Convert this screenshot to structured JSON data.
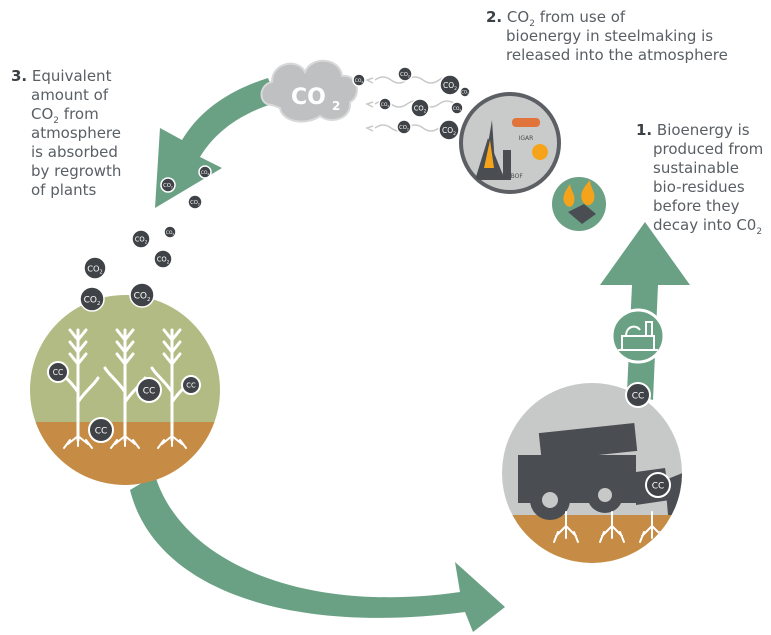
{
  "steps": [
    {
      "number": "1.",
      "lines": [
        "Bioenergy is",
        "produced from",
        "sustainable",
        "bio-residues",
        "before they",
        "decay into C0"
      ],
      "last_sub": "2"
    },
    {
      "number": "2.",
      "co2_prefix": "CO",
      "co2_sub": "2",
      "line1_rest": " from use of",
      "lines": [
        "bioenergy in steelmaking is",
        "released into the atmosphere"
      ]
    },
    {
      "number": "3.",
      "lines": [
        "Equivalent",
        "amount of"
      ],
      "co2_prefix": "CO",
      "co2_sub": "2",
      "line3_rest": " from",
      "lines_after": [
        "atmosphere",
        "is absorbed",
        "by regrowth",
        "of plants"
      ]
    }
  ],
  "cloud": {
    "text": "CO",
    "sub": "2"
  },
  "bubble": {
    "co2_text": "CO",
    "co2_sub": "2",
    "cc_text": "CC"
  },
  "steel_plant": {
    "igar_label": "IGAR",
    "bof_label": "BF-BOF"
  },
  "colors": {
    "arrow": "#6aa184",
    "bubble_dark": "#3f4246",
    "plant_sky": "#b3bb84",
    "soil": "#c68c45",
    "harvest_sky": "#c7c8c8",
    "steel_bg": "#c9caca",
    "bio_bg": "#6aa184",
    "flame": "#f5a31a",
    "cloud": "#bfc0c1"
  },
  "icons": [
    "co2-cloud-icon",
    "steel-plant-icon",
    "bioenergy-flames-icon",
    "biomass-pellet-icon",
    "power-plant-icon",
    "wheat-plants-icon",
    "combine-harvester-icon",
    "roots-icon"
  ]
}
